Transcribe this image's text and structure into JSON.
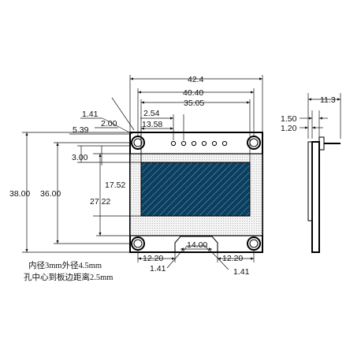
{
  "drawing": {
    "front_view": {
      "widths": {
        "total": "42.4",
        "hole_spacing": "40.40",
        "display_width": "35.05",
        "pin_pitch": "2.54",
        "pin_offset": "13.58"
      },
      "offsets": {
        "corner_angle": "1.41",
        "hole_top_offset": "2.00",
        "left_offset": "5.39",
        "display_top_offset": "3.00"
      },
      "heights": {
        "total": "38.00",
        "hole_spacing": "36.00",
        "display_height": "17.52",
        "active_height": "27.22"
      },
      "bottom": {
        "hole_to_glass_left": "12.20",
        "flex_width": "14.00",
        "hole_to_glass_right": "12.20",
        "angle_left": "1.41",
        "angle_right": "1.41"
      }
    },
    "notes": {
      "hole_spec": "内径3mm外径4.5mm",
      "hole_center": "孔中心到板边距离2.5mm"
    },
    "side_view": {
      "total_depth": "11.3",
      "pcb_thickness": "1.50",
      "module_thickness": "1.20"
    },
    "colors": {
      "display": "#0e3e5c",
      "glass": "#f2f2f2",
      "line": "#111111"
    }
  }
}
